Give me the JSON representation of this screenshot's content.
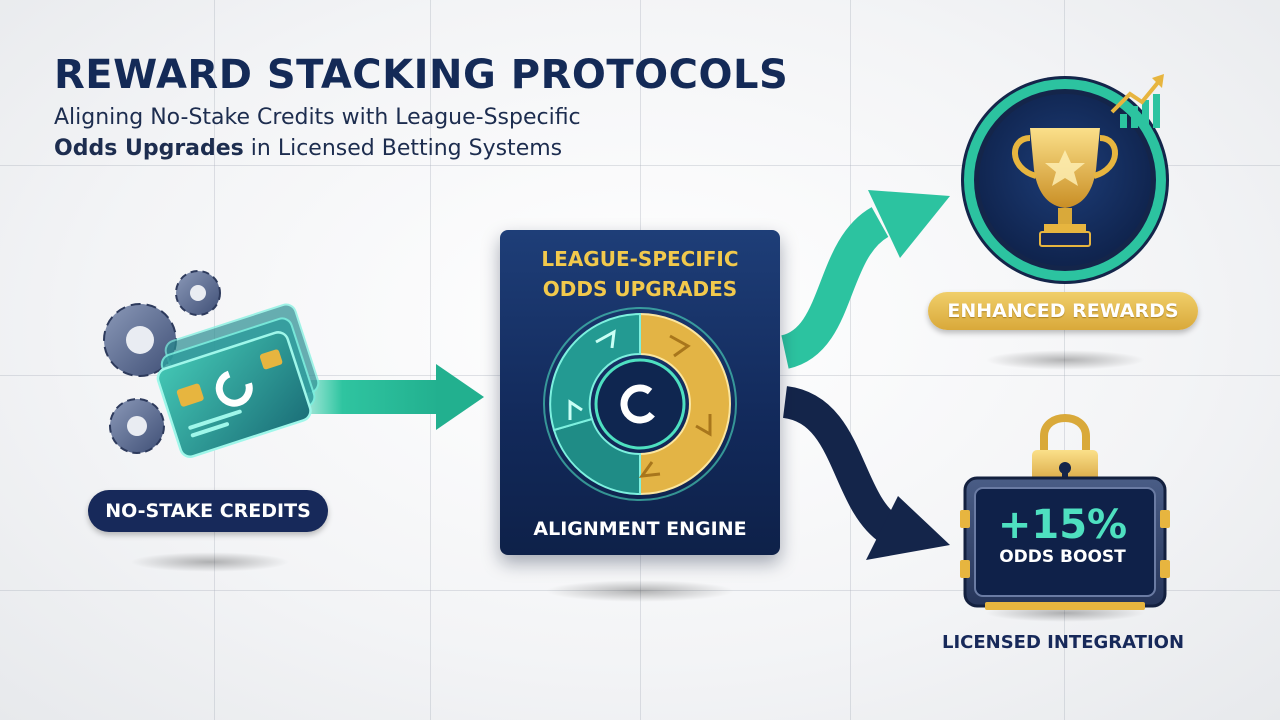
{
  "header": {
    "title": "REWARD STACKING PROTOCOLS",
    "subtitle_line1": "Aligning No-Stake Credits with League-Sspecific",
    "subtitle_line2_strong": "Odds Upgrades",
    "subtitle_line2_rest": " in Licensed Betting Systems"
  },
  "nodes": {
    "credits": {
      "label": "NO-STAKE CREDITS"
    },
    "engine": {
      "title_line1": "LEAGUE-SPECIFIC",
      "title_line2": "ODDS UPGRADES",
      "footer": "ALIGNMENT ENGINE"
    },
    "rewards": {
      "label": "ENHANCED REWARDS"
    },
    "licensed": {
      "boost_value": "+15%",
      "boost_label": "ODDS BOOST",
      "label": "LICENSED INTEGRATION"
    }
  },
  "colors": {
    "navy": "#14254a",
    "teal": "#2cc3a0",
    "gold": "#e7b53f"
  }
}
